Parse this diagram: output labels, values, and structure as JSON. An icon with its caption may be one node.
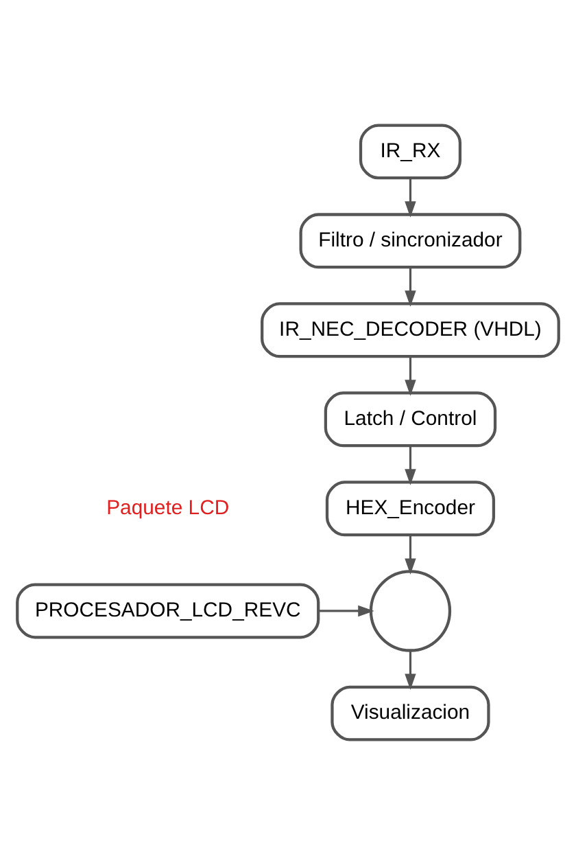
{
  "diagram": {
    "nodes": [
      {
        "text": [
          "IR_RX"
        ]
      },
      {
        "text": [
          "Filtro / sincronizador"
        ]
      },
      {
        "text": [
          "IR_NEC_DECODER (VHDL)"
        ]
      },
      {
        "text": [
          "Latch / Control"
        ]
      },
      {
        "text": [
          "HEX_Encoder"
        ]
      },
      {
        "text": [
          "PROCESADOR_LCD_REVC"
        ],
        "beside": [
          "Paquete LCD"
        ]
      },
      {
        "text": [],
        "shape": "circle"
      },
      {
        "text": [
          "Visualizacion"
        ]
      }
    ],
    "edges": [
      {
        "from": 0,
        "to": 1,
        "arrow": "to"
      },
      {
        "from": 1,
        "to": 2,
        "arrow": "to"
      },
      {
        "from": 2,
        "to": 3,
        "arrow": "to"
      },
      {
        "from": 3,
        "to": 4,
        "arrow": "to"
      },
      {
        "from": 4,
        "to": 6,
        "arrow": "to"
      },
      {
        "from": 5,
        "to": 6,
        "arrow": "to"
      },
      {
        "from": 6,
        "to": 7,
        "arrow": "to"
      }
    ]
  }
}
